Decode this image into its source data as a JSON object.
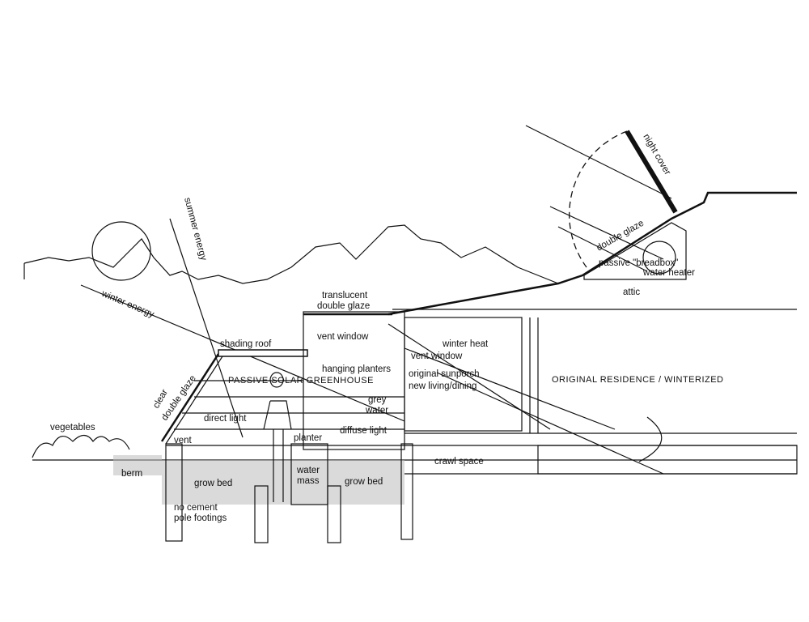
{
  "labels": {
    "summer_energy": "summer energy",
    "winter_energy": "winter energy",
    "shading_roof": "shading roof",
    "translucent": "translucent",
    "double_glaze_top": "double glaze",
    "vent_window_1": "vent window",
    "winter_heat": "winter heat",
    "vent_window_2": "vent window",
    "hanging_planters": "hanging planters",
    "original_sunporch": "original sunporch",
    "new_living": "new living/dining",
    "greenhouse": "PASSIVE SOLAR GREENHOUSE",
    "residence": "ORIGINAL RESIDENCE / WINTERIZED",
    "clear_double_glaze_1": "clear",
    "clear_double_glaze_2": "double glaze",
    "grey": "grey",
    "water": "water",
    "direct_light": "direct light",
    "diffuse_light": "diffuse light",
    "vegetables": "vegetables",
    "vent": "vent",
    "planter": "planter",
    "crawl_space": "crawl space",
    "berm": "berm",
    "water_mass_1": "water",
    "water_mass_2": "mass",
    "grow_bed_1": "grow bed",
    "grow_bed_2": "grow bed",
    "no_cement": "no cement",
    "pole_footings": "pole footings",
    "night_cover": "night cover",
    "double_glaze_collector": "double glaze",
    "breadbox": "passive \"breadbox\"",
    "water_heater": "water heater",
    "attic": "attic"
  }
}
